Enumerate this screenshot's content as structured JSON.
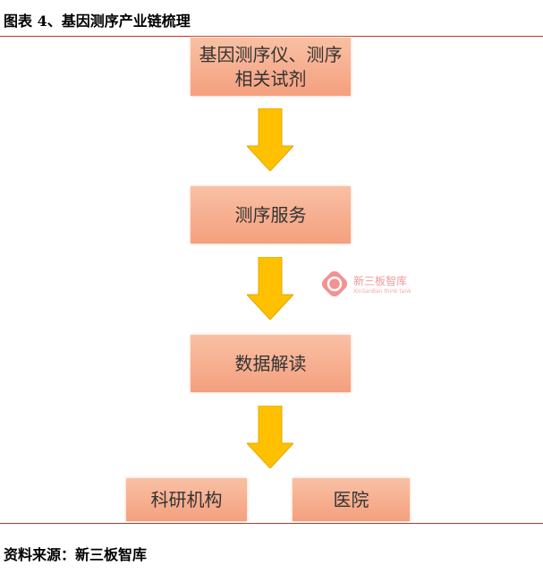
{
  "title": "图表 4、基因测序产业链梳理",
  "nodes": {
    "step1": "基因测序仪、测序相关试剂",
    "step2": "测序服务",
    "step3": "数据解读",
    "step4a": "科研机构",
    "step4b": "医院"
  },
  "watermark": {
    "name": "新三板智库",
    "subtitle": "XinSanBan think tank"
  },
  "footer": "资料来源：新三板智库",
  "colors": {
    "box": "#f4a07e",
    "arrow": "#ffc000",
    "rule": "#c0392b"
  }
}
